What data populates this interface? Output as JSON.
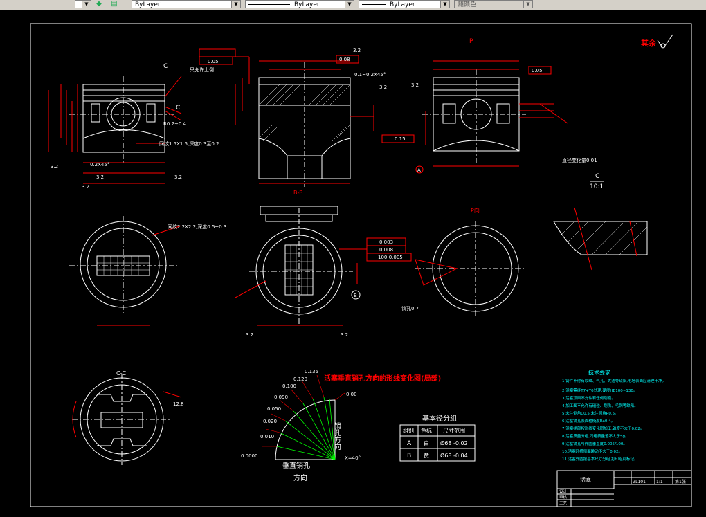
{
  "toolbar": {
    "layer_dropdown": "ByLayer",
    "linetype_dropdown": "ByLayer",
    "lineweight_dropdown": "ByLayer",
    "plotstyle_dropdown": "随颜色"
  },
  "drawing": {
    "roughness_other": "其余",
    "view_P": "P",
    "view_BB": "B-B",
    "view_PP": "P向",
    "view_CC": "C-C",
    "view_C": "C",
    "scale_C": "10:1",
    "label_C1": "C",
    "label_C2": "C",
    "marker_A": "A",
    "marker_B": "B",
    "rough_32a": "3.2",
    "rough_32b": "3.2",
    "rough_32c": "3.2",
    "rough_32d": "3.2",
    "rough_32e": "3.2",
    "rough_32f": "3.2",
    "rough_32g": "3.2",
    "rough_32h": "3.2",
    "rough_32i": "3.2",
    "rough_128": "12.8",
    "note_ring": "只允许上倒",
    "note_groove": "网纹1.5X1.5,深度0.3至0.2",
    "note_knurl": "网纹2.2X2.2,深度0.5±0.3",
    "note_chamfer": "0.1~0.2X45°",
    "note_chamfer2": "0.2X45°",
    "note_r": "R0.2~0.4",
    "note_pin": "销孔0.7",
    "note_depth": "直径变化量0.01",
    "tol_1": "0.08",
    "tol_2": "0.05",
    "tol_3": "0.003",
    "tol_4": "0.008",
    "tol_5": "100:0.005",
    "tol_6": "0.15",
    "tol_top": "0.05",
    "deform_title": "活塞垂直销孔方向的形线变化图(局部)",
    "deform_v": [
      "0.00",
      "0.010",
      "0.020",
      "0.050",
      "0.090",
      "0.100",
      "0.120",
      "0.135"
    ],
    "deform_x_label": "垂直销孔",
    "deform_x_label2": "方向",
    "deform_y_label": "销孔方向",
    "deform_angle": "X=40°",
    "deform_zero": "0.0000",
    "tech_title": "技术要求",
    "tech_lines": [
      "1.铸件不得有裂纹、气孔、夹渣等缺陷,毛坯表面应清理干净。",
      "2.活塞需经T7+T6处理,硬度HB100~130。",
      "3.活塞顶面不允许有任何划痕。",
      "4.加工面不允许有磕碰、划伤、毛刺等缺陷。",
      "5.未注倒角C0.5,未注圆角R0.5。",
      "6.活塞销孔表面粗糙度Ra0.4。",
      "7.活塞裙部按形线变化图加工,锥度不大于0.02。",
      "8.活塞质量分组,同组质量差不大于5g。",
      "9.活塞销孔与外圆垂直度0.005/100。",
      "10.活塞环槽侧面跳动不大于0.02。",
      "11.活塞外圆按基本尺寸分组,打印组别标记。"
    ],
    "grade_title": "基本径分组",
    "grade_headers": [
      "组别",
      "色标",
      "尺寸范围"
    ],
    "grade_rows": [
      [
        "A",
        "白",
        "Ø68 -0.02"
      ],
      [
        "B",
        "黄",
        "Ø68 -0.04"
      ]
    ],
    "title_block": {
      "name": "活塞",
      "material": "ZL101",
      "scale": "1:1",
      "sheet": "第1张",
      "rows": [
        "设计",
        "审核",
        "工艺"
      ]
    }
  }
}
